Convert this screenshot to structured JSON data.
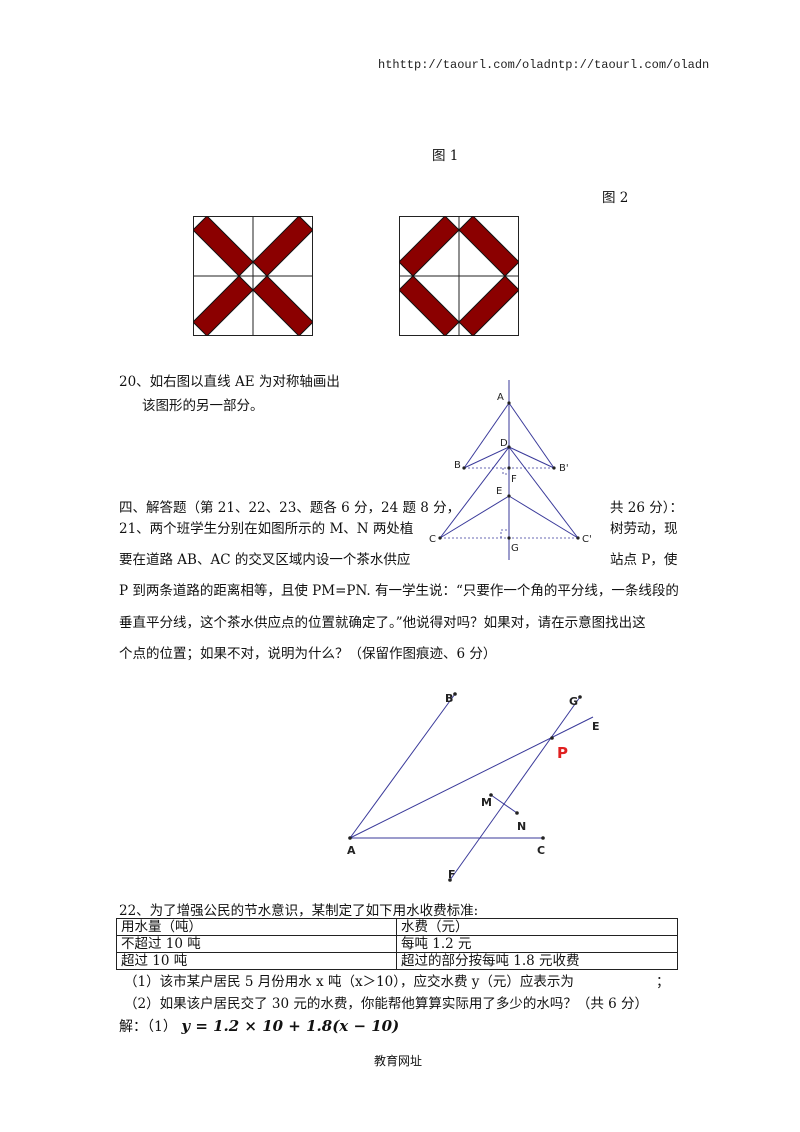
{
  "header": {
    "url": "hthttp://taourl.com/oladntp://taourl.com/oladn"
  },
  "figures": {
    "fig1_label": "图 1",
    "fig2_label": "图 2"
  },
  "q20": {
    "line1": "20、如右图以直线 AE 为对称轴画出",
    "line2": "该图形的另一部分。",
    "labels": {
      "A": "A",
      "D": "D",
      "B": "B",
      "B_prime": "B'",
      "F": "F",
      "E": "E",
      "C": "C",
      "C_prime": "C'",
      "G": "G"
    }
  },
  "section4": {
    "heading_left": "四、解答题（第 21、22、23、题各 6 分，24 题 8 分，",
    "heading_right": "共 26 分）："
  },
  "q21": {
    "line1_left": "21、两个班学生分别在如图所示的 M、N 两处植",
    "line1_right": "树劳动，现",
    "line2_left": "要在道路 AB、AC 的交叉区域内设一个茶水供应",
    "line2_right": "站点 P，使",
    "line3": "P 到两条道路的距离相等，且使 PM=PN. 有一学生说：“只要作一个角的平分线，一条线段的",
    "line4": "垂直平分线，这个茶水供应点的位置就确定了。”他说得对吗？如果对，请在示意图找出这",
    "line5": "个点的位置；如果不对，说明为什么？（保留作图痕迹、6 分）",
    "labels": {
      "B": "B",
      "G": "G",
      "E": "E",
      "P": "P",
      "M": "M",
      "N": "N",
      "A": "A",
      "C": "C",
      "F": "F"
    },
    "p_color": "#e02020"
  },
  "q22": {
    "line1": "22、为了增强公民的节水意识，某制定了如下用水收费标准:",
    "table": {
      "headers": [
        "用水量（吨）",
        "水费（元）"
      ],
      "rows": [
        [
          "不超过 10 吨",
          "每吨 1.2 元"
        ],
        [
          "超过 10 吨",
          "超过的部分按每吨 1.8 元收费"
        ]
      ]
    },
    "q1": "（1）该市某户居民 5 月份用水 x 吨（x＞10），应交水费 y（元）应表示为",
    "q1_end": "；",
    "q2": "（2）如果该户居民交了 30 元的水费，你能帮他算算实际用了多少的水吗？（共 6 分）",
    "answer_prefix": "解：（1）",
    "answer_expr": "y = 1.2 × 10 + 1.8(x − 10)"
  },
  "footer": {
    "text": "教育网址"
  },
  "colors": {
    "tile_fill": "#8b0000",
    "line_blue": "#3a3a9a"
  }
}
